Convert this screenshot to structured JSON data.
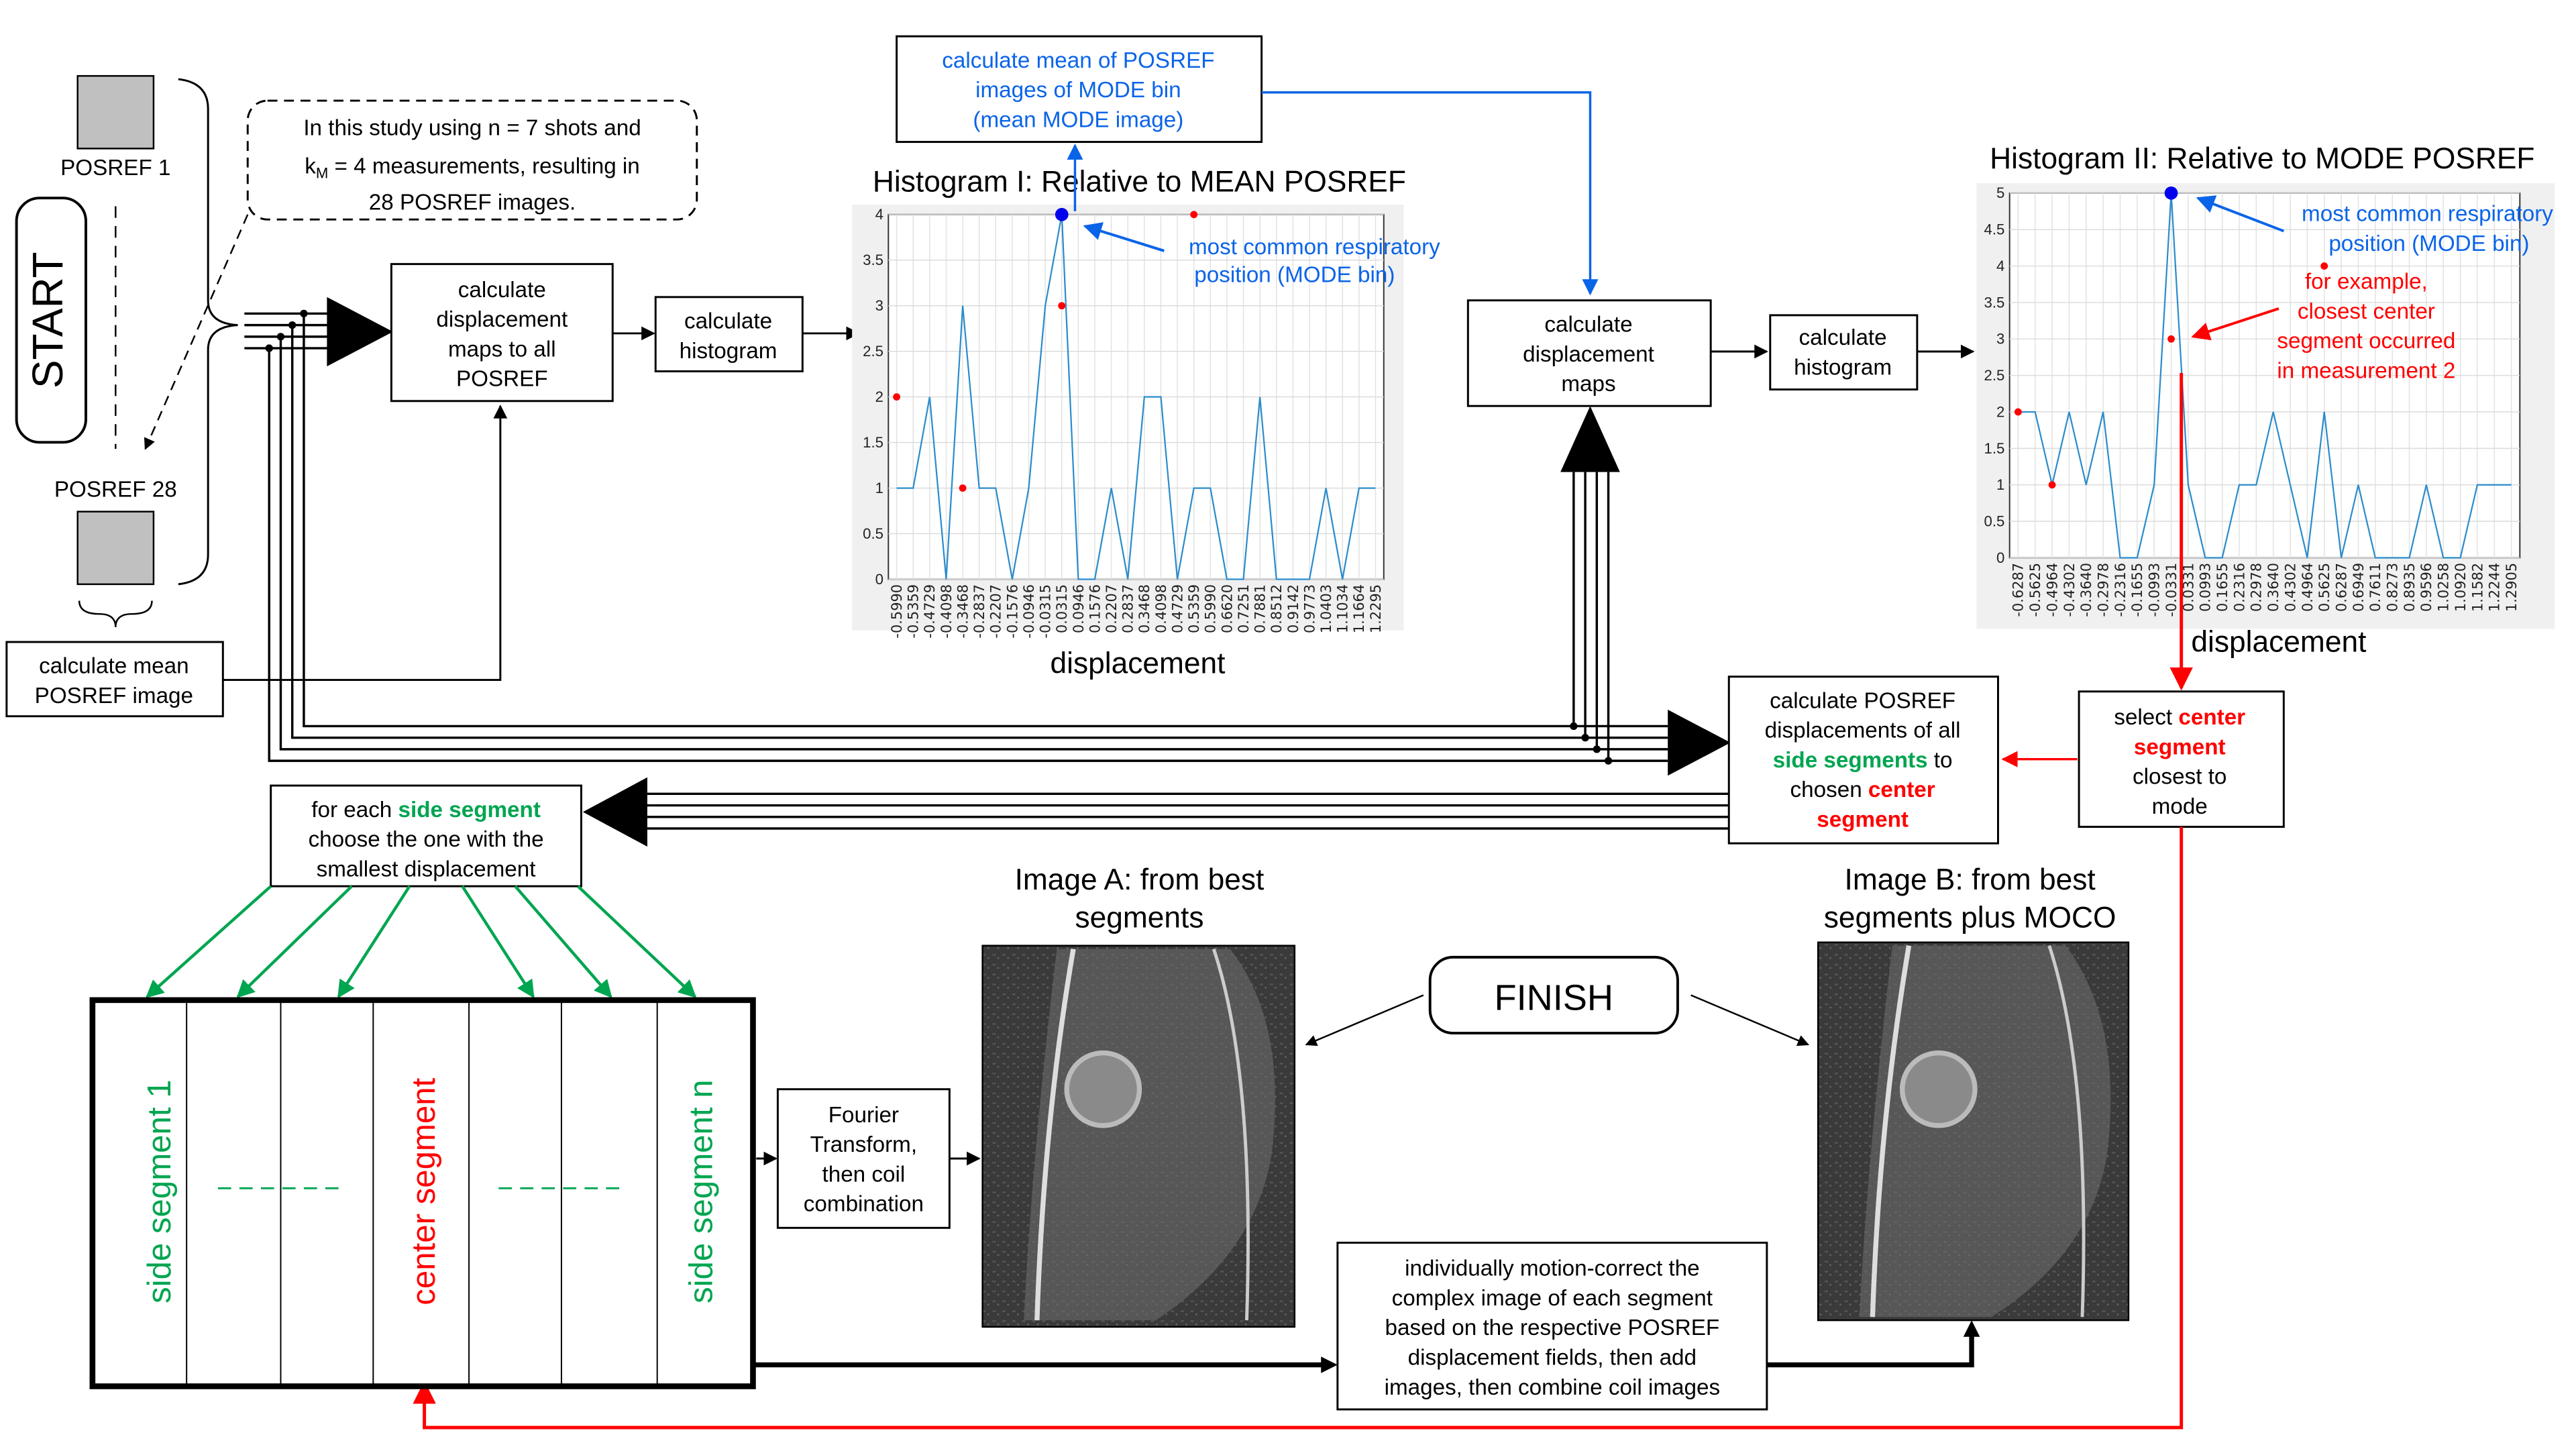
{
  "colors": {
    "black": "#000000",
    "blue": "#0a64e8",
    "red": "#ff0000",
    "green": "#00a550",
    "hist_line": "#2b8ccc",
    "mode_dot": "#0000ee",
    "plot_bg": "#f0f0f0",
    "posref_fill": "#c0c0c0"
  },
  "start": {
    "label": "START"
  },
  "finish": {
    "label": "FINISH"
  },
  "posref": {
    "first_label": "POSREF 1",
    "last_label": "POSREF 28"
  },
  "note": {
    "line1": "In this study using n = 7 shots and",
    "line2_k": "k",
    "line2_sub": "M",
    "line2_rest": " = 4 measurements, resulting in",
    "line3": "28 POSREF images."
  },
  "boxes": {
    "mean_posref": [
      "calculate mean",
      "POSREF image"
    ],
    "disp_all": [
      "calculate",
      "displacement",
      "maps to all",
      "POSREF"
    ],
    "hist1": [
      "calculate",
      "histogram"
    ],
    "mean_mode": [
      "calculate mean of POSREF",
      "images of MODE bin",
      "(mean MODE image)"
    ],
    "disp_maps": [
      "calculate",
      "displacement",
      "maps"
    ],
    "hist2": [
      "calculate",
      "histogram"
    ],
    "posref_disp": {
      "l1": "calculate POSREF",
      "l2": "displacements of all",
      "l3_green": "side segments",
      "l3_rest": " to",
      "l4_black": "chosen ",
      "l4_red": "center",
      "l5_red": "segment"
    },
    "select_center": {
      "l1_black": "select ",
      "l1_red": "center",
      "l2_red": "segment",
      "l3": "closest to",
      "l4": "mode"
    },
    "each_side": {
      "l1_black": "for each ",
      "l1_green": "side segment",
      "l2": "choose the one with the",
      "l3": "smallest displacement"
    },
    "fourier": [
      "Fourier",
      "Transform,",
      "then coil",
      "combination"
    ],
    "moco": [
      "individually motion-correct the",
      "complex image of each segment",
      "based on the respective POSREF",
      "displacement fields, then add",
      "images, then combine coil images"
    ]
  },
  "segments": {
    "side1": "side segment 1",
    "center": "center segment",
    "siden": "side segment n",
    "dashes": "------"
  },
  "images": {
    "a_title": [
      "Image A: from best",
      "segments"
    ],
    "b_title": [
      "Image B: from best",
      "segments plus MOCO"
    ]
  },
  "annotations": {
    "mode1": [
      "most common respiratory",
      "position (MODE bin)"
    ],
    "mode2": [
      "most common respiratory",
      "position (MODE bin)"
    ],
    "example": [
      "for example,",
      "closest center",
      "segment occurred",
      "in measurement 2"
    ]
  },
  "chart_data": [
    {
      "type": "line",
      "title": "Histogram I: Relative to MEAN POSREF",
      "xlabel": "displacement",
      "ylabel": "",
      "ylim": [
        0,
        4
      ],
      "yticks": [
        "0",
        "0.5",
        "1",
        "1.5",
        "2",
        "2.5",
        "3",
        "3.5",
        "4"
      ],
      "grid": true,
      "categories": [
        "-0.5990",
        "-0.5359",
        "-0.4729",
        "-0.4098",
        "-0.3468",
        "-0.2837",
        "-0.2207",
        "-0.1576",
        "-0.0946",
        "-0.0315",
        "0.0315",
        "0.0946",
        "0.1576",
        "0.2207",
        "0.2837",
        "0.3468",
        "0.4098",
        "0.4729",
        "0.5359",
        "0.5990",
        "0.6620",
        "0.7251",
        "0.7881",
        "0.8512",
        "0.9142",
        "0.9773",
        "1.0403",
        "1.1034",
        "1.1664",
        "1.2295"
      ],
      "values": [
        1,
        1,
        2,
        0,
        3,
        1,
        1,
        0,
        1,
        3,
        4,
        0,
        0,
        1,
        0,
        2,
        2,
        0,
        1,
        1,
        0,
        0,
        2,
        0,
        0,
        0,
        1,
        0,
        1,
        1
      ],
      "markers": [
        {
          "category_index": 0,
          "value": 2,
          "color": "red"
        },
        {
          "category_index": 4,
          "value": 1,
          "color": "red"
        },
        {
          "category_index": 10,
          "value": 3,
          "color": "red"
        },
        {
          "category_index": 18,
          "value": 4,
          "color": "red"
        },
        {
          "category_index": 10,
          "value": 4,
          "color": "blue",
          "label": "MODE"
        }
      ]
    },
    {
      "type": "line",
      "title": "Histogram II: Relative to MODE POSREF",
      "xlabel": "displacement",
      "ylabel": "",
      "ylim": [
        0,
        5
      ],
      "yticks": [
        "0",
        "0.5",
        "1",
        "1.5",
        "2",
        "2.5",
        "3",
        "3.5",
        "4",
        "4.5",
        "5"
      ],
      "grid": true,
      "categories": [
        "-0.6287",
        "-0.5625",
        "-0.4964",
        "-0.4302",
        "-0.3640",
        "-0.2978",
        "-0.2316",
        "-0.1655",
        "-0.0993",
        "-0.0331",
        "0.0331",
        "0.0993",
        "0.1655",
        "0.2316",
        "0.2978",
        "0.3640",
        "0.4302",
        "0.4964",
        "0.5625",
        "0.6287",
        "0.6949",
        "0.7611",
        "0.8273",
        "0.8935",
        "0.9596",
        "1.0258",
        "1.0920",
        "1.1582",
        "1.2244",
        "1.2905"
      ],
      "values": [
        2,
        2,
        1,
        2,
        1,
        2,
        0,
        0,
        1,
        5,
        1,
        0,
        0,
        1,
        1,
        2,
        1,
        0,
        2,
        0,
        1,
        0,
        0,
        0,
        1,
        0,
        0,
        1,
        1,
        1
      ],
      "markers": [
        {
          "category_index": 0,
          "value": 2,
          "color": "red"
        },
        {
          "category_index": 2,
          "value": 1,
          "color": "red"
        },
        {
          "category_index": 9,
          "value": 3,
          "color": "red"
        },
        {
          "category_index": 18,
          "value": 4,
          "color": "red"
        },
        {
          "category_index": 9,
          "value": 5,
          "color": "blue",
          "label": "MODE"
        }
      ]
    }
  ]
}
